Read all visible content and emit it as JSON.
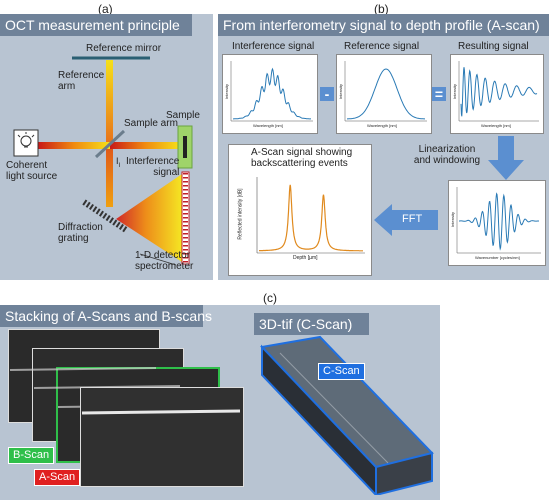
{
  "panel_letters": {
    "a": "(a)",
    "b": "(b)",
    "c": "(c)"
  },
  "panel_a": {
    "title": "OCT measurement principle",
    "reference_mirror": "Reference mirror",
    "reference_arm": "Reference\narm",
    "sample": "Sample",
    "sample_arm": "Sample arm",
    "light_source": "Coherent\nlight source",
    "intensity_symbol": "I",
    "intensity_sub": "I",
    "interference_signal": "Interference\nsignal",
    "diffraction_grating": "Diffraction\ngrating",
    "detector": "1-D detector\nspectrometer"
  },
  "panel_b": {
    "title": "From interferometry signal to depth profile (A-scan)",
    "interference_title": "Interference signal",
    "reference_title": "Reference signal",
    "resulting_title": "Resulting signal",
    "minus": "-",
    "equals": "=",
    "linearization": "Linearization\nand windowing",
    "fft": "FFT",
    "ascan_title": "A-Scan signal showing\nbackscattering events",
    "ascan_xlabel": "Depth [µm]",
    "ascan_ylabel": "Reflected intensity [dB]",
    "small_xlabel": "Wavelength [nm]",
    "small_ylabel": "Intensity",
    "windowed_xlabel": "Wavenumber [cycles/nm]",
    "windowed_ylabel": "Intensity"
  },
  "panel_c": {
    "left_title": "Stacking of A-Scans and B-scans",
    "right_title": "3D-tif (C-Scan)",
    "bscan": "B-Scan",
    "ascan": "A-Scan",
    "cscan": "C-Scan"
  },
  "colors": {
    "panel_bg": "#b8c4d2",
    "title_bar": "#6f8299",
    "arrow_blue": "#5b8fd0",
    "signal_blue": "#2a7ab5",
    "ascan_orange": "#e08a1e",
    "bscan_green": "#2fbf4a",
    "ascan_red": "#e02020",
    "cscan_blue": "#1f6fe0"
  }
}
